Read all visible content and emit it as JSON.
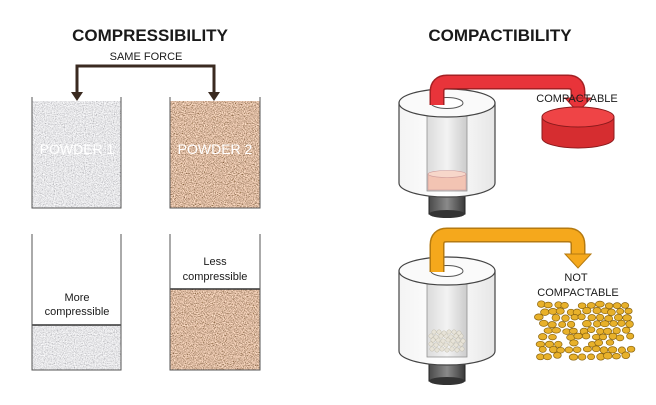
{
  "compressibility": {
    "title": "COMPRESSIBILITY",
    "force_label": "SAME FORCE",
    "powder1_label": "POWDER 1",
    "powder2_label": "POWDER 2",
    "more_label_line1": "More",
    "more_label_line2": "compressible",
    "less_label_line1": "Less",
    "less_label_line2": "compressible"
  },
  "compactibility": {
    "title": "COMPACTIBILITY",
    "compactable_label": "COMPACTABLE",
    "not_label_line1": "NOT",
    "not_label_line2": "COMPACTABLE"
  },
  "colors": {
    "powder1": "#9ea3a6",
    "powder2": "#a38b7a",
    "red_arrow": "#e8343a",
    "orange_arrow": "#f5a81c",
    "tablet": "#e53638",
    "granules": "#e8b12a"
  }
}
